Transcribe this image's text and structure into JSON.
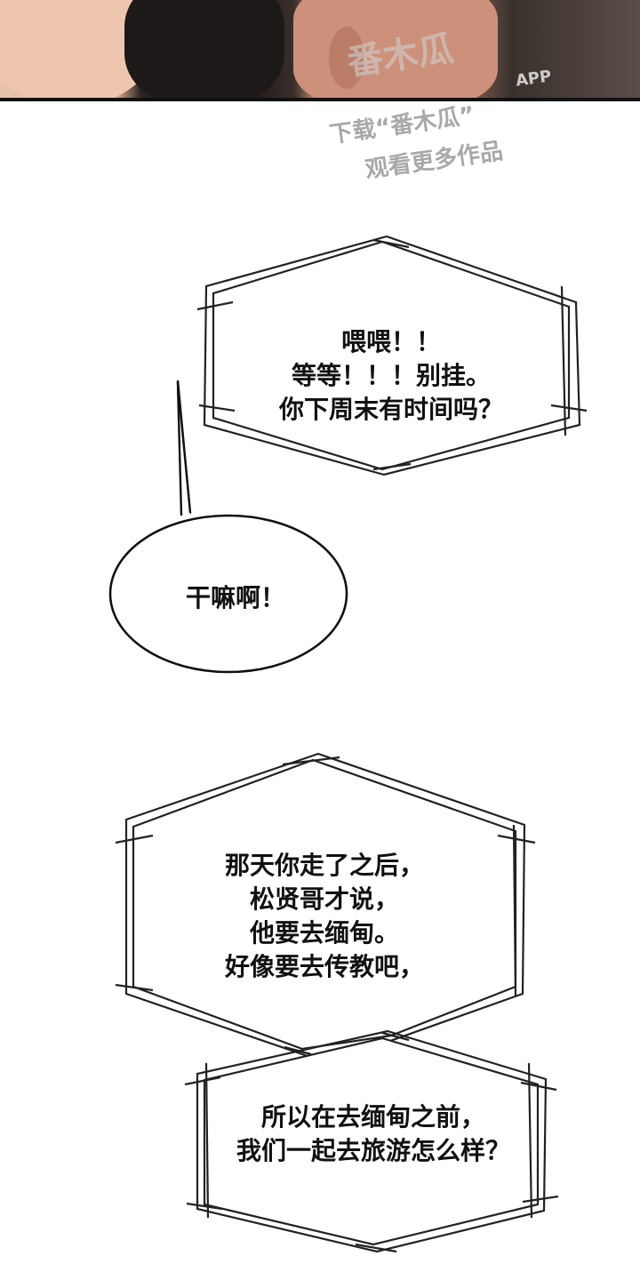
{
  "watermark": {
    "logo": "番木瓜",
    "app": "APP",
    "line1": "下载“番木瓜”",
    "line2": "观看更多作品"
  },
  "bubbles": {
    "b1": [
      "喂喂！！",
      "等等！！！别挂。",
      "你下周末有时间吗？"
    ],
    "b2": [
      "干嘛啊！"
    ],
    "b3": [
      "那天你走了之后，",
      "松贤哥才说，",
      "他要去缅甸。",
      "好像要去传教吧，"
    ],
    "b4": [
      "所以在去缅甸之前，",
      "我们一起去旅游怎么样？"
    ]
  }
}
